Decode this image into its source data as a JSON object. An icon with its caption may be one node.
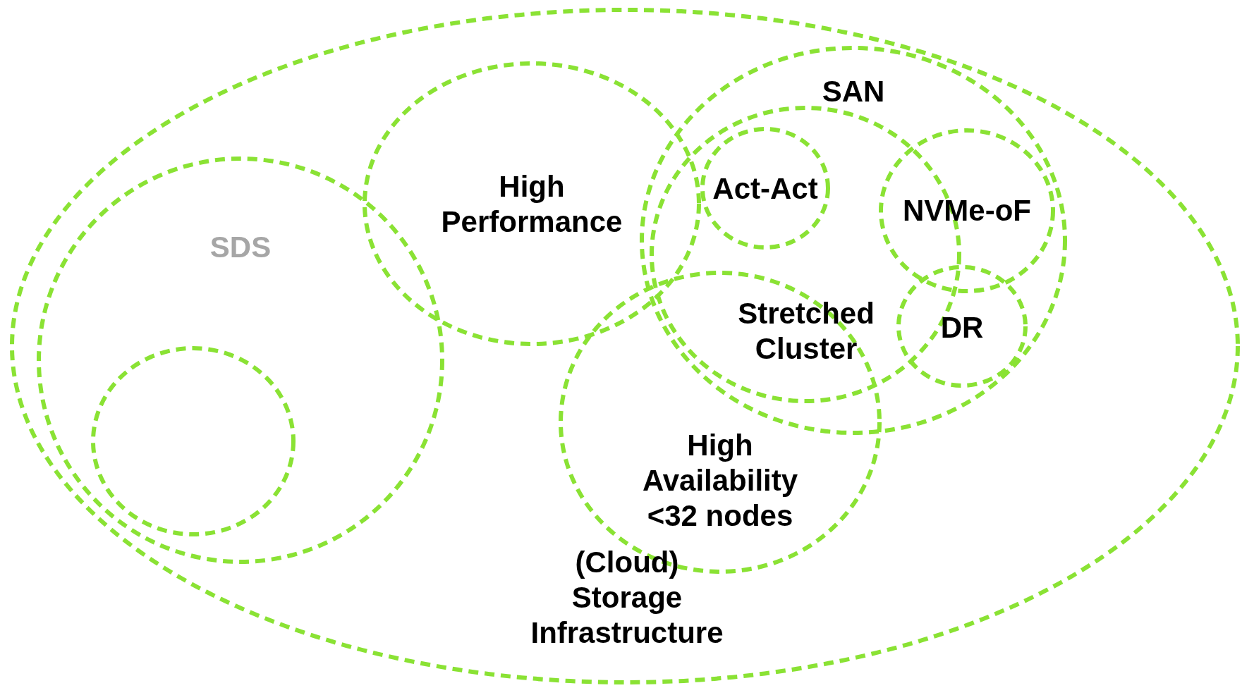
{
  "diagram": {
    "nodes": [
      {
        "text": [
          "(Cloud) Storage Infrastructure"
        ]
      },
      {
        "text": [
          "SDS"
        ],
        "in": 0
      },
      {
        "text": [],
        "shape": "circle",
        "in": 1
      },
      {
        "text": [
          "High Performance"
        ],
        "in": 0
      },
      {
        "text": [
          "SAN"
        ],
        "in": 0
      },
      {
        "text": [
          "Act-Act"
        ],
        "in": 7
      },
      {
        "text": [
          "NVMe-oF"
        ],
        "in": 4
      },
      {
        "text": [
          "Stretched Cluster"
        ],
        "in": 4
      },
      {
        "text": [
          "DR"
        ],
        "in": 4
      },
      {
        "text": [
          "High Availability <32 nodes"
        ],
        "in": 0
      }
    ]
  }
}
